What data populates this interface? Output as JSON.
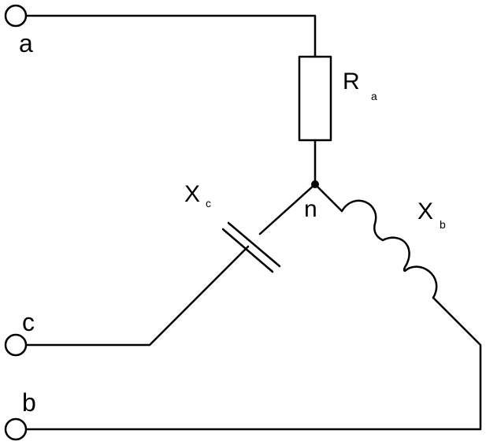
{
  "terminals": {
    "a": "a",
    "b": "b",
    "c": "c"
  },
  "components": {
    "resistor": {
      "symbol": "R",
      "subscript": "a"
    },
    "inductor": {
      "symbol": "X",
      "subscript": "b"
    },
    "capacitor": {
      "symbol": "X",
      "subscript": "c"
    }
  },
  "neutral": {
    "label": "n"
  }
}
